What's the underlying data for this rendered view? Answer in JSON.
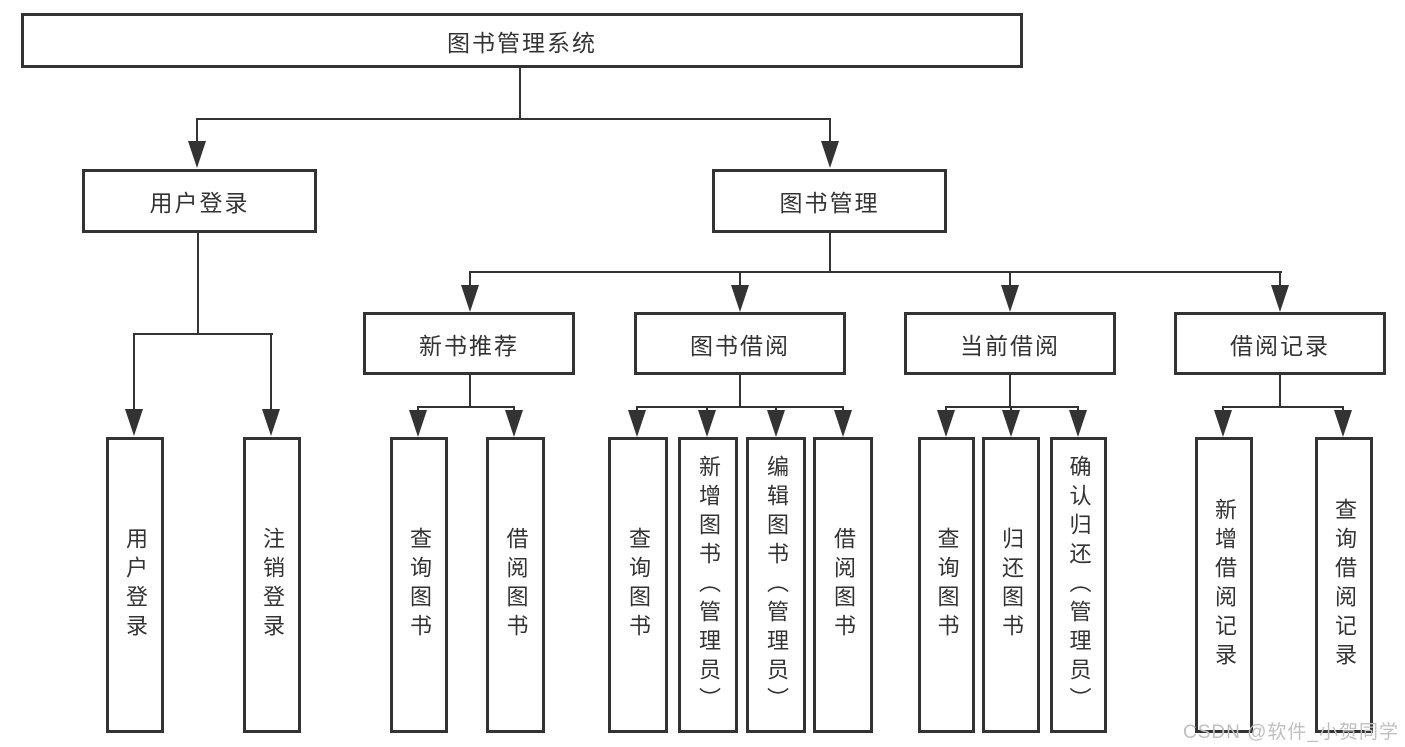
{
  "diagram": {
    "root": "图书管理系统",
    "branches": [
      {
        "label": "用户登录",
        "children": [
          "用户登录",
          "注销登录"
        ]
      },
      {
        "label": "图书管理",
        "groups": [
          {
            "label": "新书推荐",
            "children": [
              "查询图书",
              "借阅图书"
            ]
          },
          {
            "label": "图书借阅",
            "children": [
              "查询图书",
              "新增图书（管理员）",
              "编辑图书（管理员）",
              "借阅图书"
            ]
          },
          {
            "label": "当前借阅",
            "children": [
              "查询图书",
              "归还图书",
              "确认归还（管理员）"
            ]
          },
          {
            "label": "借阅记录",
            "children": [
              "新增借阅记录",
              "查询借阅记录"
            ]
          }
        ]
      }
    ]
  },
  "watermark": {
    "text": "CSDN @软件_小贺同学"
  },
  "colors": {
    "line": "#333333",
    "text": "#333333",
    "box_bg": "#ffffff",
    "watermark": "#c0c0c0"
  }
}
